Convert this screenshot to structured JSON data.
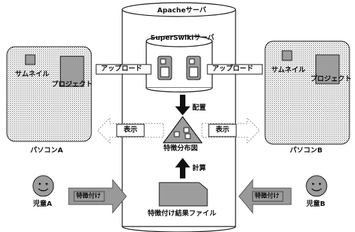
{
  "server": {
    "title": "Apacheサーバ"
  },
  "superswiki": {
    "title": "SuperSwikiサーバ"
  },
  "pc_a": {
    "name": "パソコンA",
    "thumbnail": "サムネイル",
    "project": "プロジェクト"
  },
  "pc_b": {
    "name": "パソコンB",
    "thumbnail": "サムネイル",
    "project": "プロジェクト"
  },
  "arrows": {
    "upload_left": "アップロード",
    "upload_right": "アップロード",
    "display_left": "表示",
    "display_right": "表示",
    "place": "配置",
    "calc": "計算",
    "feature_left": "特徴付け",
    "feature_right": "特徴付け"
  },
  "feature_map": {
    "label": "特徴分布図"
  },
  "result_file": {
    "label": "特徴付け結果ファイル"
  },
  "child_a": {
    "label": "児童A"
  },
  "child_b": {
    "label": "児童B"
  },
  "colors": {
    "stipple": "#cfcfcf",
    "dark": "#111111",
    "white": "#ffffff"
  }
}
